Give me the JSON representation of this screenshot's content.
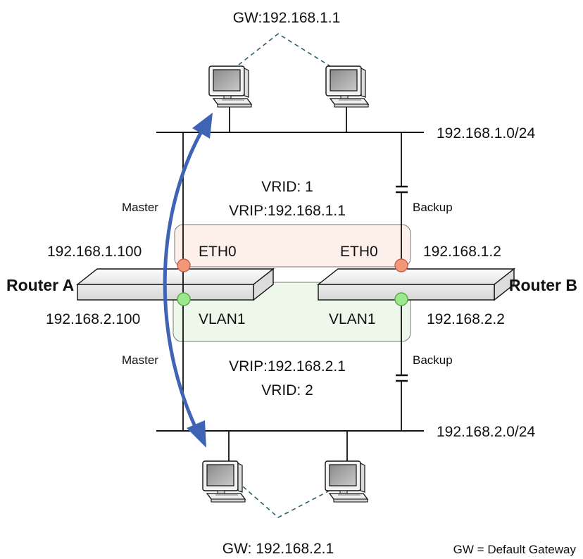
{
  "top": {
    "gateway_label": "GW:192.168.1.1",
    "network_label": "192.168.1.0/24",
    "vrid_label": "VRID: 1",
    "vrip_label": "VRIP:192.168.1.1"
  },
  "bottom": {
    "gateway_label": "GW: 192.168.2.1",
    "network_label": "192.168.2.0/24",
    "vrid_label": "VRID: 2",
    "vrip_label": "VRIP:192.168.2.1"
  },
  "router_a": {
    "name": "Router A",
    "eth0_ip": "192.168.1.100",
    "vlan1_ip": "192.168.2.100",
    "eth0_label": "ETH0",
    "vlan1_label": "VLAN1",
    "role_top": "Master",
    "role_bottom": "Master"
  },
  "router_b": {
    "name": "Router B",
    "eth0_ip": "192.168.1.2",
    "vlan1_ip": "192.168.2.2",
    "eth0_label": "ETH0",
    "vlan1_label": "VLAN1",
    "role_top": "Backup",
    "role_bottom": "Backup"
  },
  "legend": "GW = Default Gateway",
  "colors": {
    "eth_port": "#f4967a",
    "vlan_port": "#9be88c",
    "eth_group_fill": "#fdf0ea",
    "vlan_group_fill": "#eef8ea",
    "arrow": "#3f63b5",
    "dashed_link": "#2b5f6e"
  }
}
